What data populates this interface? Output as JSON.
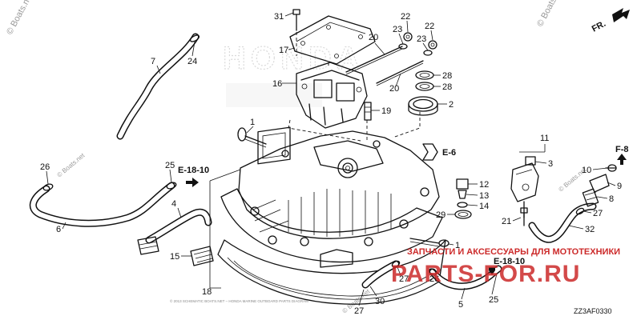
{
  "watermarks": {
    "corner_left": "© Boats.net",
    "corner_right": "© Boats",
    "diagonal_1": "© Boats.net",
    "diagonal_2": "© Boats.net",
    "diagonal_3": "© Boats.net",
    "shop_line_1": "ЗАПЧАСТИ И АКСЕССУАРЫ ДЛЯ МОТОТЕХНИКИ",
    "shop_brand": "PARTS-FOR.RU",
    "brand_outline": "HONDA"
  },
  "direction": {
    "label": "FR."
  },
  "references": [
    {
      "id": "ref-e18-10-left",
      "label": "E-18-10"
    },
    {
      "id": "ref-e6",
      "label": "E-6"
    },
    {
      "id": "ref-f8",
      "label": "F-8"
    },
    {
      "id": "ref-e18-10-bottom",
      "label": "E-18-10"
    }
  ],
  "diagram_code": "ZZ3AF0330",
  "footer_text": "© 2013 SCHEMATIC BOATS.NET – HONDA MARINE OUTBOARD PARTS DIAGRAM",
  "callouts": {
    "c31": "31",
    "c22a": "22",
    "c22b": "22",
    "c23a": "23",
    "c23b": "23",
    "c20a": "20",
    "c20b": "20",
    "c17": "17",
    "c28a": "28",
    "c28b": "28",
    "c16": "16",
    "c2": "2",
    "c19": "19",
    "c7": "7",
    "c24": "24",
    "c1a": "1",
    "c11": "11",
    "c3": "3",
    "c10": "10",
    "c9": "9",
    "c8": "8",
    "c27a": "27",
    "c21": "21",
    "c32": "32",
    "c12": "12",
    "c13": "13",
    "c14": "14",
    "c29": "29",
    "c26": "26",
    "c25a": "25",
    "c4": "4",
    "c6": "6",
    "c15": "15",
    "c18": "18",
    "c1b": "1",
    "c27b": "27",
    "c26b": "26",
    "c30": "30",
    "c27c": "27",
    "c5": "5",
    "c25b": "25"
  }
}
